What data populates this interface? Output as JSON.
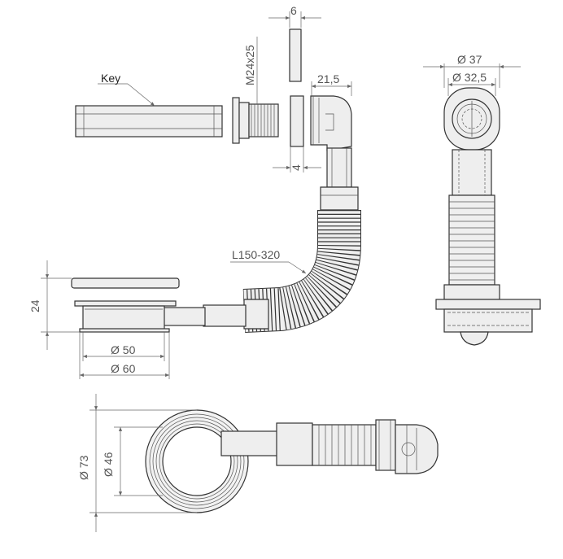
{
  "labels": {
    "key": "Key",
    "thread": "M24x25",
    "dim_6": "6",
    "dim_21_5": "21,5",
    "dim_4": "4",
    "hose_length": "L150-320",
    "dim_24": "24",
    "dia_50": "Ø 50",
    "dia_60": "Ø 60",
    "dia_37": "Ø 37",
    "dia_32_5": "Ø 32,5",
    "dia_73": "Ø 73",
    "dia_46": "Ø 46"
  },
  "colors": {
    "line": "#333333",
    "dimension": "#666666",
    "part_fill": "#eeeeee"
  }
}
